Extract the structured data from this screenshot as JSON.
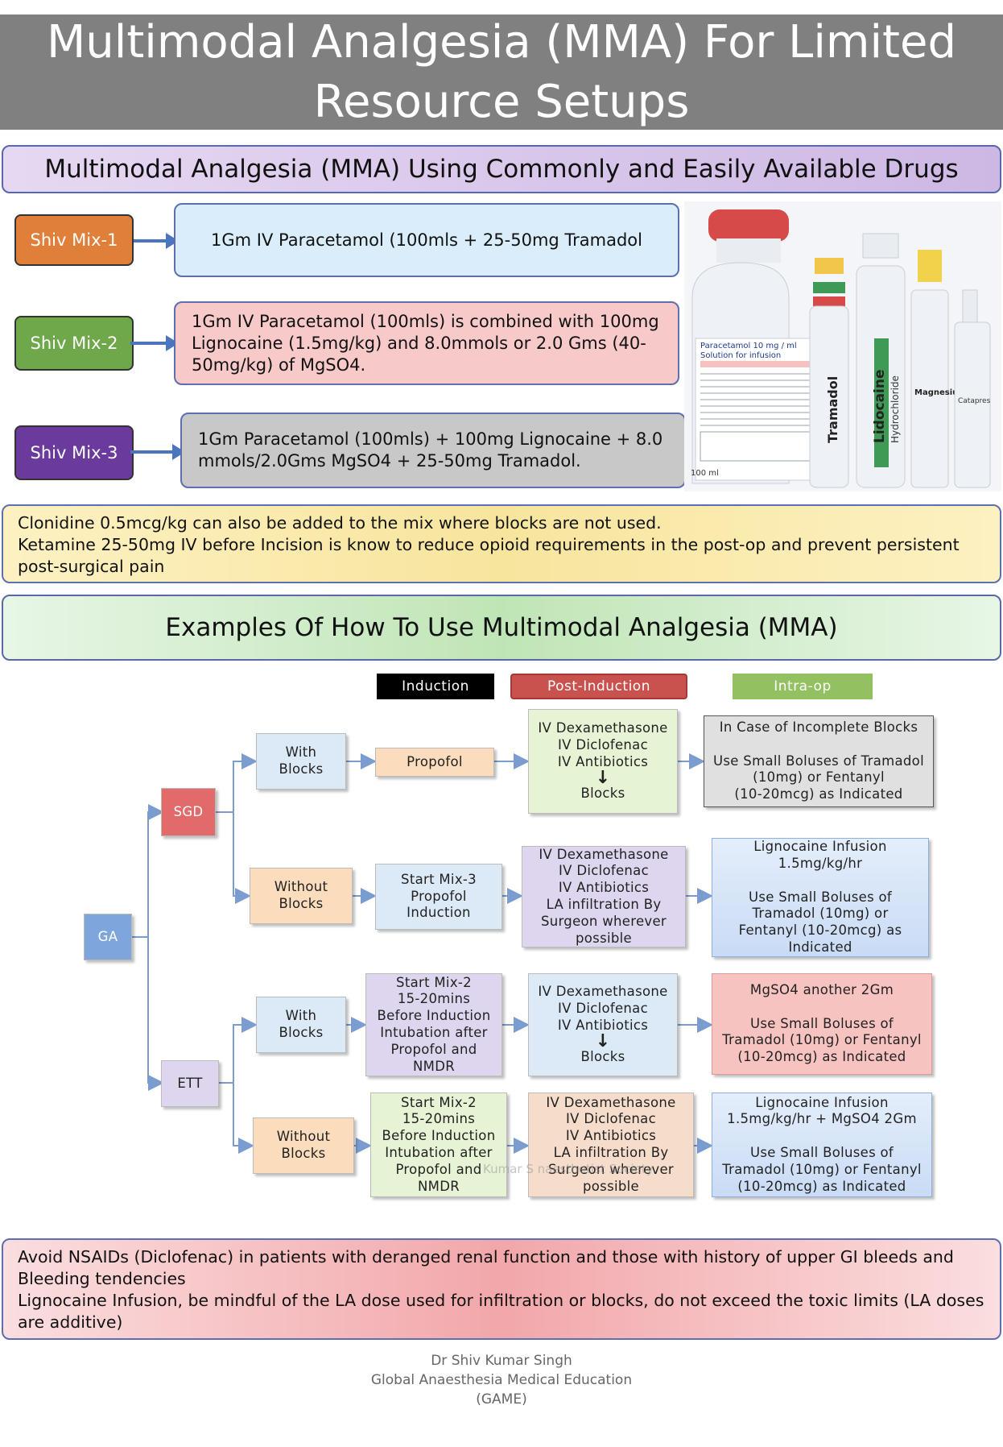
{
  "title": [
    "Multimodal Analgesia (MMA) For Limited",
    "Resource Setups"
  ],
  "section1_heading": "Multimodal Analgesia (MMA) Using Commonly and Easily Available Drugs",
  "mixes": [
    {
      "tag": "Shiv Mix-1",
      "color": "#e07f3a",
      "text": "1Gm IV Paracetamol (100mls + 25-50mg Tramadol"
    },
    {
      "tag": "Shiv Mix-2",
      "color": "#6fa84a",
      "text": "1Gm IV Paracetamol (100mls) is combined with 100mg Lignocaine (1.5mg/kg) and 8.0mmols or 2.0 Gms (40-50mg/kg) of MgSO4."
    },
    {
      "tag": "Shiv Mix-3",
      "color": "#6a3b9c",
      "text": "1Gm Paracetamol (100mls) + 100mg Lignocaine + 8.0 mmols/2.0Gms MgSO4 + 25-50mg Tramadol."
    }
  ],
  "drug_labels": {
    "bottle_strength": "Paracetamol 10 mg / ml",
    "bottle_form": "Solution for infusion",
    "bottle_volume": "100 ml",
    "amp1": "Tramadol",
    "amp2": "Lidocaine",
    "amp2_sub": "Hydrochloride",
    "amp3": "Magnesium",
    "amp4": "Catapres"
  },
  "note1": [
    "Clonidine 0.5mcg/kg can also be added to the mix where blocks are not used.",
    "Ketamine 25-50mg IV before Incision is know to reduce opioid requirements in the post-op and prevent persistent post-surgical pain"
  ],
  "section2_heading": "Examples Of How To Use Multimodal Analgesia (MMA)",
  "legend": {
    "induction": "Induction",
    "post_induction": "Post-Induction",
    "intra_op": "Intra-op",
    "colors": {
      "induction": "#000000",
      "post_induction": "#c9524f",
      "intra_op": "#93c161"
    }
  },
  "flow": {
    "ga": "GA",
    "sgd": "SGD",
    "ett": "ETT",
    "sgd_with": {
      "label": [
        "With",
        "Blocks"
      ],
      "induction": [
        "Propofol"
      ],
      "post": [
        "IV Dexamethasone",
        "IV Diclofenac",
        "IV Antibiotics",
        "↓",
        "Blocks"
      ],
      "intra": [
        "In Case of Incomplete Blocks",
        "",
        "Use Small Boluses of Tramadol",
        "(10mg) or Fentanyl",
        "(10-20mcg) as Indicated"
      ]
    },
    "sgd_without": {
      "label": [
        "Without",
        "Blocks"
      ],
      "induction": [
        "Start Mix-3",
        "Propofol",
        "Induction"
      ],
      "post": [
        "IV Dexamethasone",
        "IV Diclofenac",
        "IV Antibiotics",
        "LA infiltration By",
        "Surgeon wherever",
        "possible"
      ],
      "intra": [
        "Lignocaine Infusion",
        "1.5mg/kg/hr",
        "",
        "Use Small Boluses of",
        "Tramadol (10mg) or",
        "Fentanyl (10-20mcg) as",
        "Indicated"
      ]
    },
    "ett_with": {
      "label": [
        "With",
        "Blocks"
      ],
      "induction": [
        "Start Mix-2",
        "15-20mins",
        "Before Induction",
        "Intubation after",
        "Propofol and",
        "NMDR"
      ],
      "post": [
        "IV Dexamethasone",
        "IV Diclofenac",
        "IV Antibiotics",
        "↓",
        "Blocks"
      ],
      "intra": [
        "MgSO4 another 2Gm",
        "",
        "Use Small Boluses of",
        "Tramadol (10mg) or Fentanyl",
        "(10-20mcg) as Indicated"
      ]
    },
    "ett_without": {
      "label": [
        "Without",
        "Blocks"
      ],
      "induction": [
        "Start Mix-2",
        "15-20mins",
        "Before Induction",
        "Intubation after",
        "Propofol and",
        "NMDR"
      ],
      "post": [
        "IV Dexamethasone",
        "IV Diclofenac",
        "IV Antibiotics",
        "LA infiltration By",
        "Surgeon wherever",
        "possible"
      ],
      "intra": [
        "Lignocaine Infusion",
        "1.5mg/kg/hr + MgSO4 2Gm",
        "",
        "Use Small Boluses of",
        "Tramadol (10mg) or Fentanyl",
        "(10-20mcg) as Indicated"
      ]
    }
  },
  "watermark": "Kumar S  naesthetist Society",
  "note2": [
    "Avoid NSAIDs (Diclofenac) in patients with deranged renal function and those with history of upper GI bleeds and Bleeding tendencies",
    "Lignocaine Infusion, be mindful of the LA dose used for infiltration or blocks, do not exceed the toxic limits (LA doses are additive)"
  ],
  "footer": [
    "Dr Shiv Kumar Singh",
    "Global Anaesthesia Medical Education",
    "(GAME)"
  ]
}
